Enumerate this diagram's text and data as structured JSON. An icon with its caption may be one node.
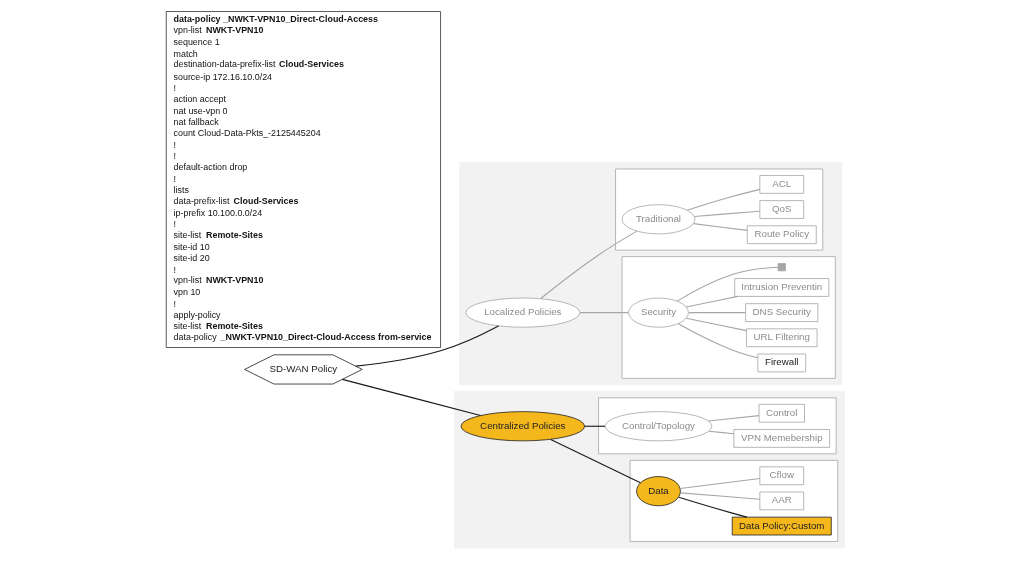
{
  "diagram": {
    "nodes": [
      {
        "text": [
          "SD-WAN Policy"
        ]
      },
      {
        "text": [],
        "shape": "band"
      },
      {
        "text": [
          "Localized Policies"
        ],
        "in": 1
      },
      {
        "text": [],
        "shape": "box",
        "in": 1
      },
      {
        "text": [
          "Security"
        ],
        "in": 3
      },
      {
        "text": [
          "Firewall"
        ],
        "in": 3
      },
      {
        "text": [
          "URL Filtering"
        ],
        "in": 3
      },
      {
        "text": [
          "DNS Security"
        ],
        "in": 3
      },
      {
        "text": [
          "Intrusion Preventin"
        ],
        "in": 3
      },
      {
        "text": [],
        "shape": "box",
        "in": 3
      },
      {
        "text": [],
        "shape": "box",
        "in": 1
      },
      {
        "text": [
          "Traditional"
        ],
        "in": 10
      },
      {
        "text": [
          "Route Policy"
        ],
        "in": 10
      },
      {
        "text": [
          "QoS"
        ],
        "in": 10
      },
      {
        "text": [
          "ACL"
        ],
        "in": 10
      },
      {
        "text": [],
        "shape": "band"
      },
      {
        "text": [
          "Centralized Policies"
        ],
        "in": 15
      },
      {
        "text": [],
        "shape": "box",
        "in": 15
      },
      {
        "text": [
          "Data"
        ],
        "in": 17
      },
      {
        "text": [
          "Data Policy:Custom"
        ],
        "in": 17
      },
      {
        "text": [
          "AAR"
        ],
        "in": 17
      },
      {
        "text": [
          "Cflow"
        ],
        "in": 17
      },
      {
        "text": [],
        "shape": "box",
        "in": 15
      },
      {
        "text": [
          "Control/Topology"
        ],
        "in": 22
      },
      {
        "text": [
          "VPN Memebership"
        ],
        "in": 22
      },
      {
        "text": [
          "Control"
        ],
        "in": 22
      },
      {
        "text": [
          "data-policy _NWKT-VPN10_Direct-Cloud-Access",
          "vpn-list **NWKT-VPN10**",
          "sequence 1",
          "match",
          "destination-data-prefix-list **Cloud-Services**",
          "source-ip 172.16.10.0/24",
          "!",
          "action accept",
          "nat use-vpn 0",
          "nat fallback",
          "count Cloud-Data-Pkts_-2125445204",
          "!",
          "!",
          "default-action drop",
          "!",
          "lists",
          "data-prefix-list **Cloud-Services**",
          "ip-prefix 10.100.0.0/24",
          "!",
          "site-list **Remote-Sites**",
          "site-id 10",
          "site-id 20",
          "!",
          "vpn-list **NWKT-VPN10**",
          "vpn 10",
          "!",
          "apply-policy",
          "site-list **Remote-Sites**",
          "data-policy **_NWKT-VPN10_Direct-Cloud-Access from-service**"
        ]
      }
    ],
    "edges": [
      {
        "from": 0,
        "to": 2,
        "arrow": "none",
        "color": "#1a1a1a"
      },
      {
        "from": 2,
        "to": 4,
        "arrow": "none"
      },
      {
        "from": 4,
        "to": 5,
        "arrow": "none"
      },
      {
        "from": 4,
        "to": 6,
        "arrow": "none"
      },
      {
        "from": 4,
        "to": 7,
        "arrow": "none"
      },
      {
        "from": 4,
        "to": 8,
        "arrow": "none"
      },
      {
        "from": 4,
        "to": 9,
        "arrow": "none"
      },
      {
        "from": 2,
        "to": 11,
        "arrow": "none"
      },
      {
        "from": 11,
        "to": 12,
        "arrow": "none"
      },
      {
        "from": 11,
        "to": 13,
        "arrow": "none"
      },
      {
        "from": 11,
        "to": 14,
        "arrow": "none"
      },
      {
        "from": 0,
        "to": 16,
        "arrow": "none",
        "color": "#1a1a1a"
      },
      {
        "from": 16,
        "to": 18,
        "arrow": "none",
        "color": "#1a1a1a"
      },
      {
        "from": 18,
        "to": 19,
        "arrow": "none",
        "color": "#1a1a1a"
      },
      {
        "from": 18,
        "to": 20,
        "arrow": "none"
      },
      {
        "from": 18,
        "to": 21,
        "arrow": "none"
      },
      {
        "from": 16,
        "to": 23,
        "arrow": "none",
        "color": "#1a1a1a"
      },
      {
        "from": 23,
        "to": 24,
        "arrow": "none"
      },
      {
        "from": 23,
        "to": 25,
        "arrow": "none"
      }
    ]
  }
}
